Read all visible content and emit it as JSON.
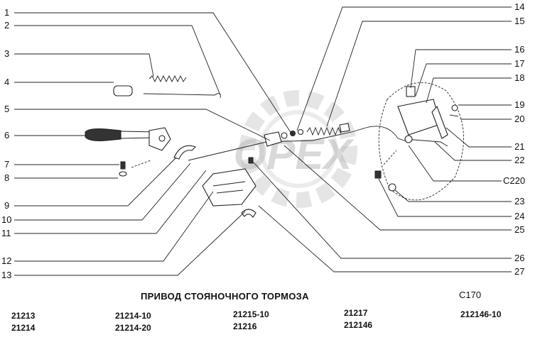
{
  "callouts": {
    "left": [
      "1",
      "2",
      "3",
      "4",
      "5",
      "6",
      "7",
      "8",
      "9",
      "10",
      "11",
      "12",
      "13"
    ],
    "right": [
      "14",
      "15",
      "16",
      "17",
      "18",
      "19",
      "20",
      "21",
      "22",
      "C220",
      "23",
      "24",
      "25",
      "26",
      "27"
    ]
  },
  "watermark": "OPEX",
  "title": "ПРИВОД СТОЯНОЧНОГО ТОРМОЗА",
  "diagram_code": "C170",
  "models": [
    [
      "21213",
      "21214"
    ],
    [
      "21214-10",
      "21214-20"
    ],
    [
      "21215-10",
      "21216"
    ],
    [
      "21217",
      "212146"
    ],
    [
      "212146-10"
    ]
  ]
}
